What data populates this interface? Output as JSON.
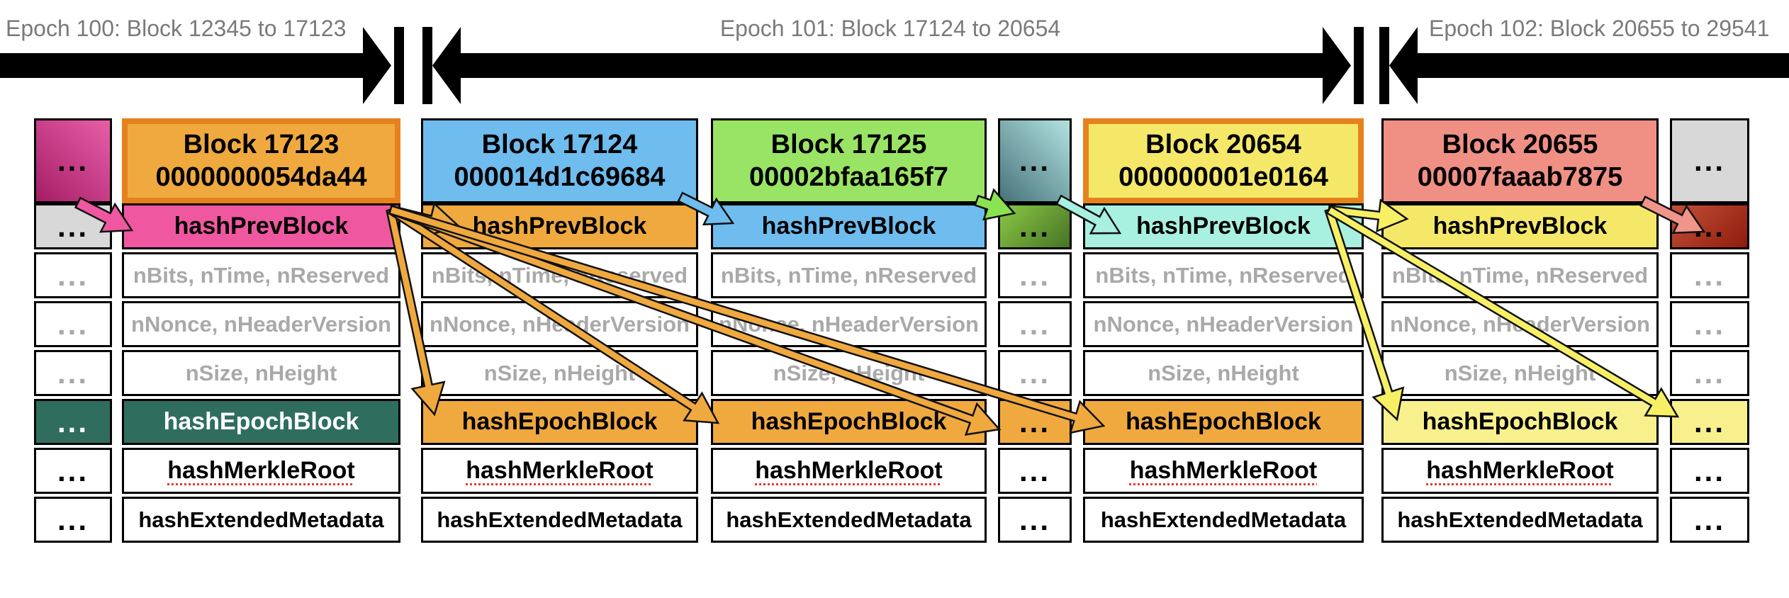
{
  "epochs": [
    {
      "label": "Epoch 100: Block 12345 to 17123"
    },
    {
      "label": "Epoch 101: Block 17124 to 20654"
    },
    {
      "label": "Epoch 102: Block 20655 to 29541"
    }
  ],
  "ellipsis": "...",
  "field_rows": [
    "hashPrevBlock",
    "nBits, nTime, nReserved",
    "nNonce, nHeaderVersion",
    "nSize, nHeight",
    "hashEpochBlock",
    "hashMerkleRoot",
    "hashExtendedMetadata"
  ],
  "colors": {
    "timeline": "#000000",
    "epoch_label_text": "#7a7a7a",
    "grid_border": "#000000",
    "muted_text": "#A9A9A9",
    "spellcheck_red": "#E03A2F",
    "orange": "#EFA93F",
    "orange_frame": "#E5821D",
    "pink": "#EF58A1",
    "blue": "#6FBCEE",
    "green": "#9AE465",
    "yellow": "#F5E869",
    "light_yellow": "#F8F08C",
    "salmon": "#F09084",
    "mint": "#A8F0DF",
    "dark_teal": "#2F6E5E",
    "light_gray": "#D8D8D8"
  },
  "blocks": [
    {
      "id": "block-17123",
      "title": "Block 17123",
      "hash": "0000000054da44",
      "header_bg": "#EFA93F",
      "frame": "#E5821D",
      "prev_bg": "#EF58A1",
      "epoch_bg": "#2F6E5E",
      "epoch_text": "#FFFFFF"
    },
    {
      "id": "block-17124",
      "title": "Block 17124",
      "hash": "000014d1c69684",
      "header_bg": "#6FBCEE",
      "frame": null,
      "prev_bg": "#EFA93F",
      "epoch_bg": "#EFA93F",
      "epoch_text": "#000000"
    },
    {
      "id": "block-17125",
      "title": "Block 17125",
      "hash": "00002bfaa165f7",
      "header_bg": "#9AE465",
      "frame": null,
      "prev_bg": "#6FBCEE",
      "epoch_bg": "#EFA93F",
      "epoch_text": "#000000"
    },
    {
      "id": "block-20654",
      "title": "Block 20654",
      "hash": "000000001e0164",
      "header_bg": "#F5E869",
      "frame": "#E5821D",
      "prev_bg": "#A8F0DF",
      "epoch_bg": "#EFA93F",
      "epoch_text": "#000000"
    },
    {
      "id": "block-20655",
      "title": "Block 20655",
      "hash": "00007faaab7875",
      "header_bg": "#F09084",
      "frame": null,
      "prev_bg": "#F5E869",
      "epoch_bg": "#F8F08C",
      "epoch_text": "#000000"
    }
  ],
  "ellipsis_columns": [
    {
      "id": "ellipsis-column-left",
      "cells": [
        {
          "bg": "grad:225deg:#E85FA8:#A41E66",
          "dots": "#000000"
        },
        {
          "bg": "#D8D8D8",
          "dots": "#000000"
        },
        {
          "bg": "#FFFFFF",
          "dots": "#A9A9A9"
        },
        {
          "bg": "#FFFFFF",
          "dots": "#A9A9A9"
        },
        {
          "bg": "#FFFFFF",
          "dots": "#A9A9A9"
        },
        {
          "bg": "#2F6E5E",
          "dots": "#FFFFFF"
        },
        {
          "bg": "#FFFFFF",
          "dots": "#000000"
        },
        {
          "bg": "#FFFFFF",
          "dots": "#000000"
        }
      ]
    },
    {
      "id": "ellipsis-column-middle",
      "cells": [
        {
          "bg": "grad:225deg:#B2E2E0:#47737A",
          "dots": "#000000"
        },
        {
          "bg": "grad:135deg:#8CC845:#467426",
          "dots": "#000000"
        },
        {
          "bg": "#FFFFFF",
          "dots": "#A9A9A9"
        },
        {
          "bg": "#FFFFFF",
          "dots": "#A9A9A9"
        },
        {
          "bg": "#FFFFFF",
          "dots": "#A9A9A9"
        },
        {
          "bg": "#EFA93F",
          "dots": "#000000"
        },
        {
          "bg": "#FFFFFF",
          "dots": "#000000"
        },
        {
          "bg": "#FFFFFF",
          "dots": "#000000"
        }
      ]
    },
    {
      "id": "ellipsis-column-right",
      "cells": [
        {
          "bg": "#D8D8D8",
          "dots": "#000000"
        },
        {
          "bg": "grad:135deg:#C24F38:#8F1D0C",
          "dots": "#000000"
        },
        {
          "bg": "#FFFFFF",
          "dots": "#A9A9A9"
        },
        {
          "bg": "#FFFFFF",
          "dots": "#A9A9A9"
        },
        {
          "bg": "#FFFFFF",
          "dots": "#A9A9A9"
        },
        {
          "bg": "#F8F08C",
          "dots": "#000000"
        },
        {
          "bg": "#FFFFFF",
          "dots": "#000000"
        },
        {
          "bg": "#FFFFFF",
          "dots": "#000000"
        }
      ]
    }
  ],
  "arrows": [
    {
      "name": "arrow-prev-into-17123",
      "color": "#EF58A1"
    },
    {
      "name": "arrow-17123-to-prev-17124",
      "color": "#EFA93F"
    },
    {
      "name": "arrow-17123-to-epoch-17124",
      "color": "#EFA93F"
    },
    {
      "name": "arrow-17123-to-epoch-17125",
      "color": "#EFA93F"
    },
    {
      "name": "arrow-17123-to-epoch-middle",
      "color": "#EFA93F"
    },
    {
      "name": "arrow-17123-to-epoch-20654",
      "color": "#EFA93F"
    },
    {
      "name": "arrow-17124-to-prev-17125",
      "color": "#6FBCEE"
    },
    {
      "name": "arrow-17125-to-middle",
      "color": "#8BE352"
    },
    {
      "name": "arrow-middle-to-prev-20654",
      "color": "#A8F0DF"
    },
    {
      "name": "arrow-20654-to-prev-20655",
      "color": "#F7F065"
    },
    {
      "name": "arrow-20654-to-epoch-20655",
      "color": "#F7F065"
    },
    {
      "name": "arrow-20654-to-epoch-right",
      "color": "#F7F065"
    },
    {
      "name": "arrow-20655-to-right",
      "color": "#F1958B"
    }
  ]
}
